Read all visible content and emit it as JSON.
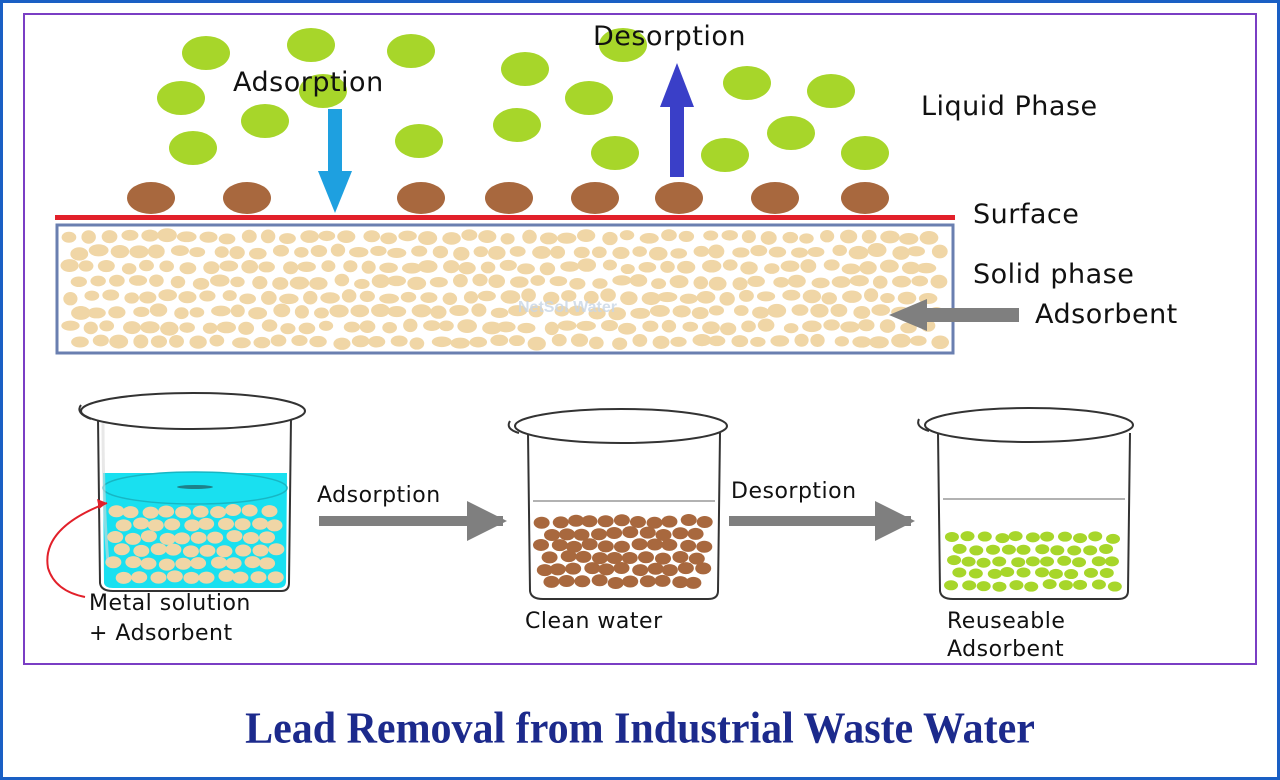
{
  "diagram": {
    "top_labels": {
      "adsorption": "Adsorption",
      "desorption": "Desorption",
      "liquid_phase": "Liquid Phase",
      "surface": "Surface",
      "solid_phase": "Solid phase",
      "adsorbent": "Adsorbent"
    },
    "beakers": [
      {
        "caption_line1": "Metal solution",
        "caption_line2": "+ Adsorbent"
      },
      {
        "caption_line1": "Clean water",
        "caption_line2": ""
      },
      {
        "caption_line1": "Reuseable",
        "caption_line2": "Adsorbent"
      }
    ],
    "process_arrows": {
      "first": "Adsorption",
      "second": "Desorption"
    },
    "watermark": "NetSol Water",
    "title": "Lead Removal from Industrial Waste Water",
    "colors": {
      "liquid_particle": "#a7d62a",
      "adsorbed_particle": "#a8683e",
      "solid_grain": "#f0d6a6",
      "surface_line": "#e2202a",
      "adsorption_arrow": "#1ea0e0",
      "desorption_arrow": "#3a3fc8",
      "process_arrow": "#7f7f7f",
      "solution": "#19e0f0",
      "title": "#1c2a8c"
    }
  }
}
